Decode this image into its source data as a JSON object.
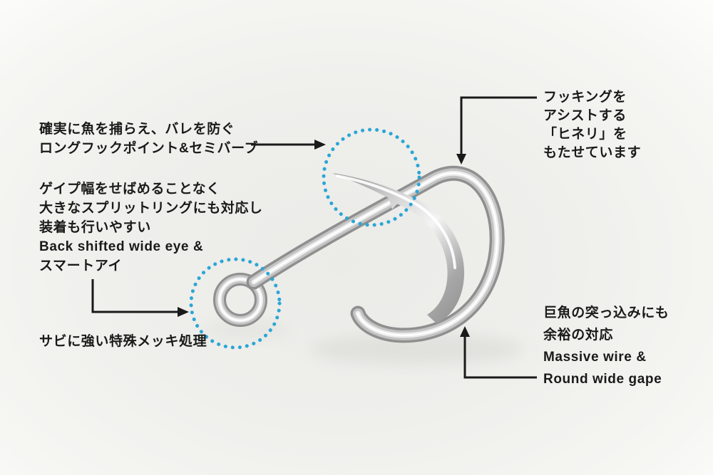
{
  "colors": {
    "text": "#1a1a1a",
    "arrow": "#1a1a1a",
    "dotted_circle": "#2aa6d6",
    "background": "#efefec",
    "hook_metal_dark": "#8f8f8f",
    "hook_metal_light": "#ffffff"
  },
  "annotations": {
    "hook_point": {
      "lines": [
        "確実に魚を捕らえ、バレを防ぐ",
        "ロングフックポイント&セミバーブ"
      ]
    },
    "wide_eye": {
      "lines": [
        "ゲイプ幅をせばめることなく",
        "大きなスプリットリングにも対応し",
        "装着も行いやすい",
        "Back shifted wide eye &",
        "スマートアイ"
      ]
    },
    "plating": {
      "lines": [
        "サビに強い特殊メッキ処理"
      ]
    },
    "twist": {
      "lines": [
        "フッキングを",
        "アシストする",
        "「ヒネリ」を",
        "もたせています"
      ]
    },
    "wire_gape": {
      "lines": [
        "巨魚の突っ込みにも",
        "余裕の対応",
        "Massive wire &",
        "Round wide gape"
      ]
    }
  }
}
